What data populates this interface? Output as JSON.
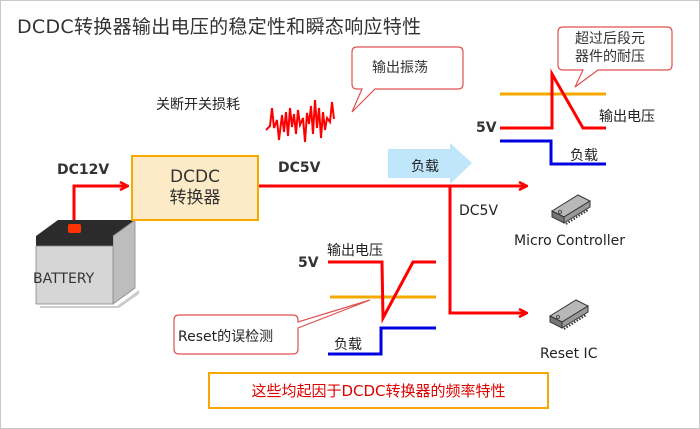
{
  "title": "DCDC转换器输出电压的稳定性和瞬态响应特性",
  "labels": {
    "switching_loss": "关断开关损耗",
    "output_oscillation": "输出振荡",
    "exceed_rating_line1": "超过后段元",
    "exceed_rating_line2": "器件的耐压",
    "output_voltage_top": "输出电压",
    "five_v_top": "5V",
    "load_top": "负载",
    "dc12v": "DC12V",
    "dc5v_main": "DC5V",
    "dc5v_branch": "DC5V",
    "load_arrow": "负载",
    "dcdc_line1": "DCDC",
    "dcdc_line2": "转换器",
    "battery": "BATTERY",
    "micro_controller": "Micro Controller",
    "reset_ic": "Reset IC",
    "output_voltage_mid": "输出电压",
    "five_v_mid": "5V",
    "load_mid": "负载",
    "reset_false_detect": "Reset的误检测",
    "conclusion": "这些均起因于DCDC转换器的频率特性"
  },
  "icons": {
    "battery": "battery-icon",
    "chip_mcu": "chip-icon",
    "chip_reset": "chip-icon"
  },
  "colors": {
    "power_line": "#ff0000",
    "threshold_line": "#f5a800",
    "load_line": "#0000e0",
    "callout_border": "#e05050",
    "box_border": "#f5a800",
    "box_fill": "#fdebc8",
    "load_arrow_fill": "#bfe6fb",
    "conclusion_text": "#e00000"
  }
}
